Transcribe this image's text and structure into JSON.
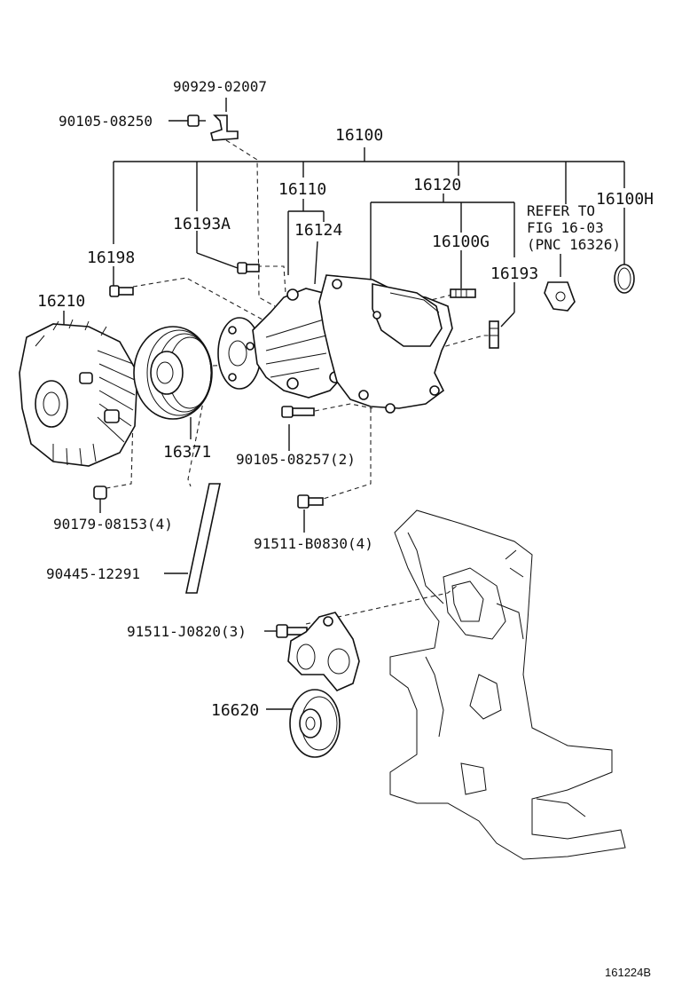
{
  "labels": {
    "p90929_02007": "90929-02007",
    "p90105_08250": "90105-08250",
    "p16100": "16100",
    "p16110": "16110",
    "p16120": "16120",
    "p16193A": "16193A",
    "p16124": "16124",
    "p16100G": "16100G",
    "p16100H": "16100H",
    "p16198": "16198",
    "p16193": "16193",
    "p16210": "16210",
    "p16371": "16371",
    "p90105_08257": "90105-08257(2)",
    "p90179_08153": "90179-08153(4)",
    "p91511_B0830": "91511-B0830(4)",
    "p90445_12291": "90445-12291",
    "p91511_J0820": "91511-J0820(3)",
    "p16620": "16620"
  },
  "refer": {
    "line1": "REFER TO",
    "line2": "FIG 16-03",
    "line3": "(PNC 16326)"
  },
  "figure_id": "161224B"
}
